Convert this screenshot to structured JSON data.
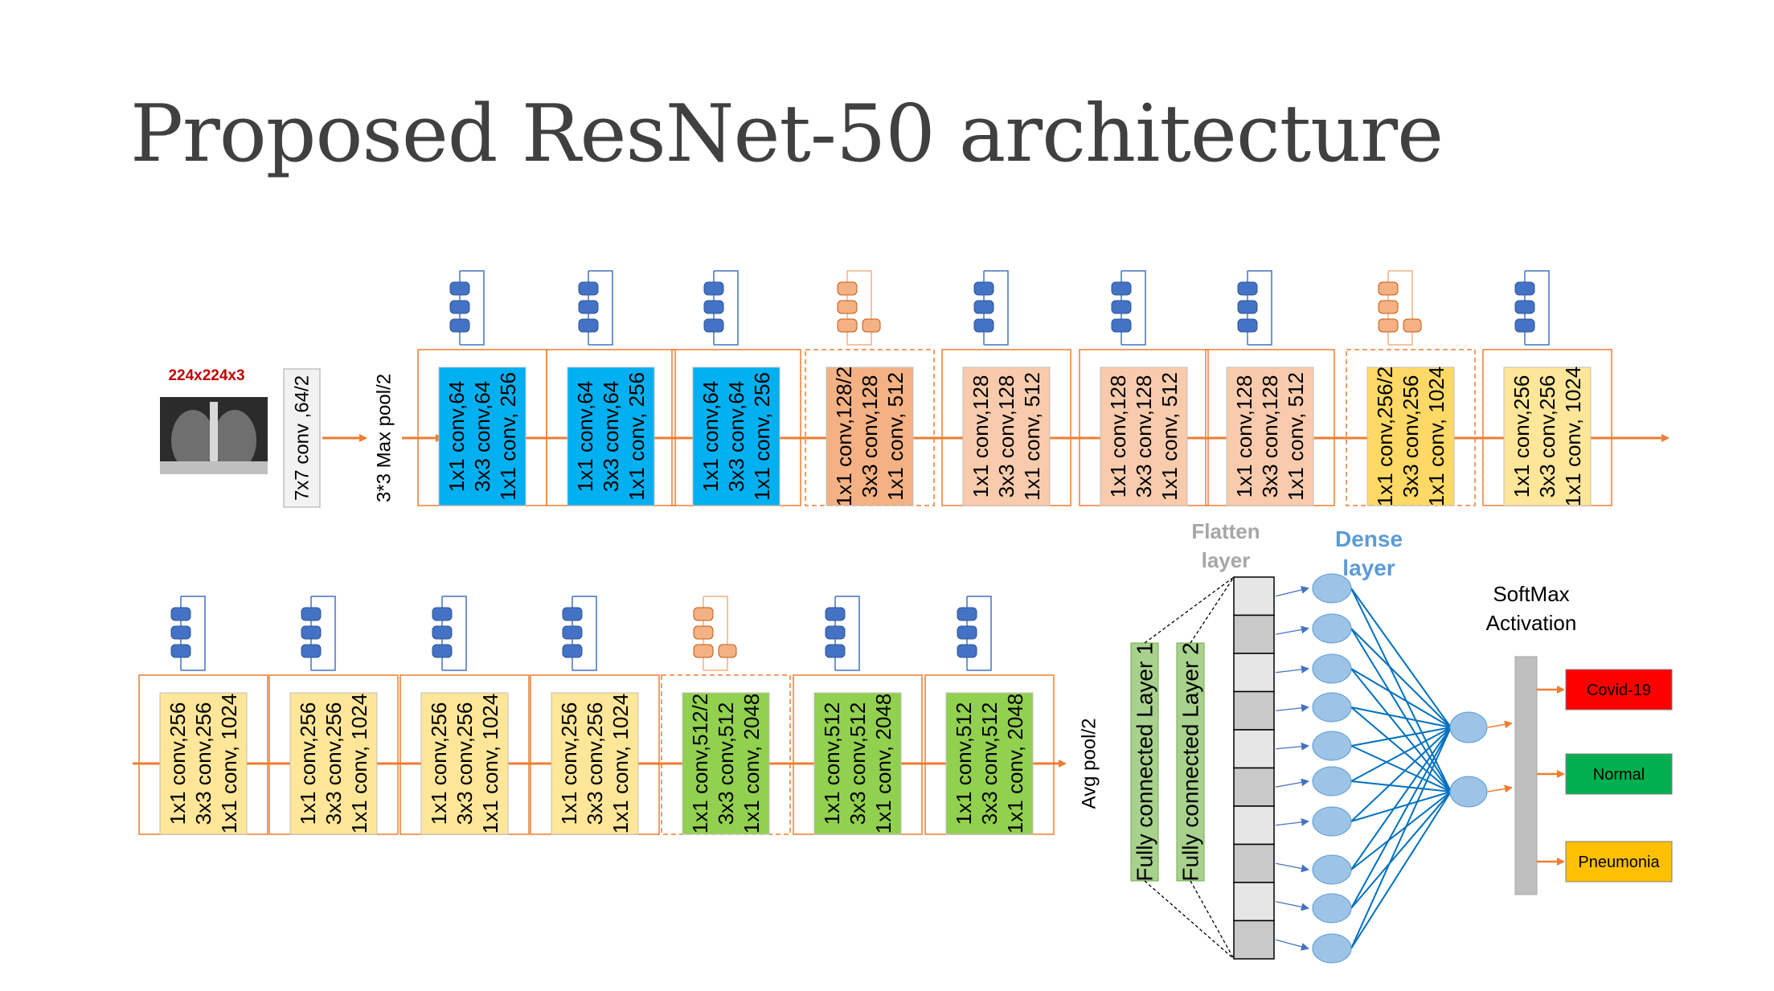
{
  "title": "Proposed ResNet-50 architecture",
  "input": {
    "size_label": "224x224x3",
    "stem_conv": "7x7 conv ,64/2",
    "maxpool": "3*3 Max pool/2"
  },
  "row1_blocks": [
    {
      "stage": 1,
      "lines": [
        "1x1 conv,64",
        "3x3 conv,64",
        "1x1 conv, 256"
      ],
      "downsample": false
    },
    {
      "stage": 1,
      "lines": [
        "1x1 conv,64",
        "3x3 conv,64",
        "1x1 conv, 256"
      ],
      "downsample": false
    },
    {
      "stage": 1,
      "lines": [
        "1x1 conv,64",
        "3x3 conv,64",
        "1x1 conv, 256"
      ],
      "downsample": false
    },
    {
      "stage": 2,
      "lines": [
        "1x1 conv,128/2",
        "3x3 conv,128",
        "1x1 conv, 512"
      ],
      "downsample": true
    },
    {
      "stage": 2,
      "lines": [
        "1x1 conv,128",
        "3x3 conv,128",
        "1x1 conv, 512"
      ],
      "downsample": false
    },
    {
      "stage": 2,
      "lines": [
        "1x1 conv,128",
        "3x3 conv,128",
        "1x1 conv, 512"
      ],
      "downsample": false
    },
    {
      "stage": 2,
      "lines": [
        "1x1 conv,128",
        "3x3 conv,128",
        "1x1 conv, 512"
      ],
      "downsample": false
    },
    {
      "stage": 3,
      "lines": [
        "1x1 conv,256/2",
        "3x3 conv,256",
        "1x1 conv, 1024"
      ],
      "downsample": true
    },
    {
      "stage": 3,
      "lines": [
        "1x1 conv,256",
        "3x3 conv,256",
        "1x1 conv, 1024"
      ],
      "downsample": false
    }
  ],
  "row2_blocks": [
    {
      "stage": 3,
      "lines": [
        "1x1 conv,256",
        "3x3 conv,256",
        "1x1 conv, 1024"
      ],
      "downsample": false
    },
    {
      "stage": 3,
      "lines": [
        "1x1 conv,256",
        "3x3 conv,256",
        "1x1 conv, 1024"
      ],
      "downsample": false
    },
    {
      "stage": 3,
      "lines": [
        "1x1 conv,256",
        "3x3 conv,256",
        "1x1 conv, 1024"
      ],
      "downsample": false
    },
    {
      "stage": 3,
      "lines": [
        "1x1 conv,256",
        "3x3 conv,256",
        "1x1 conv, 1024"
      ],
      "downsample": false
    },
    {
      "stage": 4,
      "lines": [
        "1x1 conv,512/2",
        "3x3 conv,512",
        "1x1 conv, 2048"
      ],
      "downsample": true
    },
    {
      "stage": 4,
      "lines": [
        "1x1 conv,512",
        "3x3 conv,512",
        "1x1 conv, 2048"
      ],
      "downsample": false
    },
    {
      "stage": 4,
      "lines": [
        "1x1 conv,512",
        "3x3 conv,512",
        "1x1 conv, 2048"
      ],
      "downsample": false
    }
  ],
  "avgpool": "Avg pool/2",
  "fc_layers": [
    "Fully connected Layer 1",
    "Fully connected Layer 2"
  ],
  "flatten_label": [
    "Flatten",
    "layer"
  ],
  "dense_label": [
    "Dense",
    "layer"
  ],
  "softmax_label": [
    "SoftMax",
    "Activation"
  ],
  "outputs": [
    {
      "label": "Covid-19",
      "color": "#ff0000"
    },
    {
      "label": "Normal",
      "color": "#00b050"
    },
    {
      "label": "Pneumonia",
      "color": "#ffc000"
    }
  ],
  "colors": {
    "stage1": "#00b0f0",
    "stage2_down": "#f4b183",
    "stage2": "#f8cbad",
    "stage3_down": "#ffd966",
    "stage3": "#ffe699",
    "stage4": "#92d050",
    "arrow": "#ed7d31",
    "icon_blue": "#4472c4",
    "icon_orange": "#f4b183",
    "fc": "#a9d18e",
    "neuron": "#9dc3e6",
    "net_line": "#0070c0",
    "dense_text": "#5b9bd5",
    "flatten_text": "#a6a6a6",
    "size_text": "#c00000"
  },
  "icons": {
    "input_image": "chest-xray-icon",
    "block_icon": "stacked-layers-icon"
  }
}
